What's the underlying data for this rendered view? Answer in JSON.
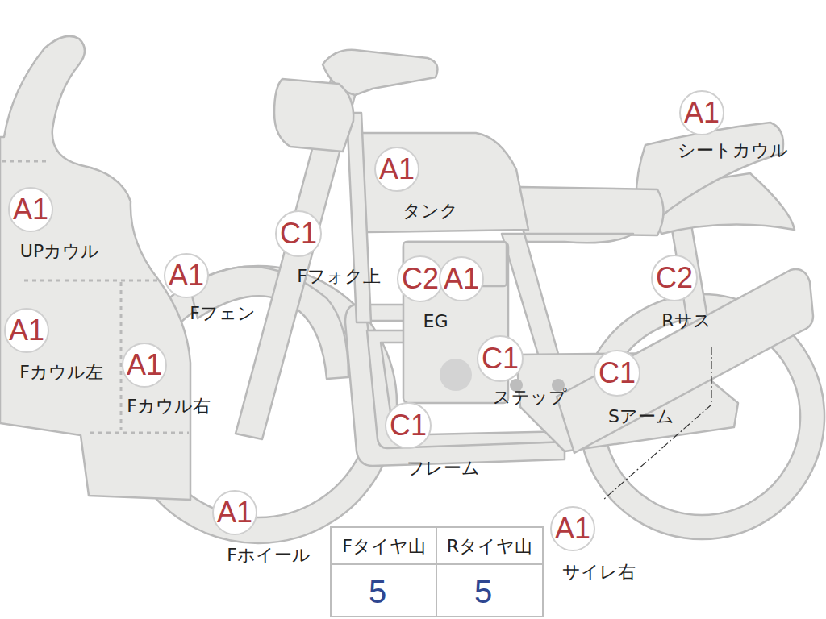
{
  "diagram": {
    "nodes": [
      {
        "text": [
          "A1"
        ]
      },
      {
        "text": [
          "A1"
        ]
      },
      {
        "text": [
          "A1"
        ]
      },
      {
        "text": [
          "C1"
        ]
      },
      {
        "text": [
          "A1"
        ]
      },
      {
        "text": [
          "C2"
        ]
      },
      {
        "text": [
          "A1"
        ]
      },
      {
        "text": [
          "C2"
        ]
      },
      {
        "text": [
          "A1"
        ]
      },
      {
        "text": [
          "A1"
        ]
      },
      {
        "text": [
          "C1"
        ]
      },
      {
        "text": [
          "C1"
        ]
      },
      {
        "text": [
          "C1"
        ]
      },
      {
        "text": [
          "A1"
        ]
      },
      {
        "text": [
          "A1"
        ]
      }
    ],
    "labels": [
      "シートカウル",
      "タンク",
      "UPカウル",
      "Fフォク上",
      "Fフェン",
      "EG",
      "Rサス",
      "Fカウル左",
      "Fカウル右",
      "ステップ",
      "Sアーム",
      "フレーム",
      "Fホイール",
      "サイレ右",
      "Fタイヤ山",
      "Rタイヤ山",
      "5",
      "5"
    ]
  }
}
